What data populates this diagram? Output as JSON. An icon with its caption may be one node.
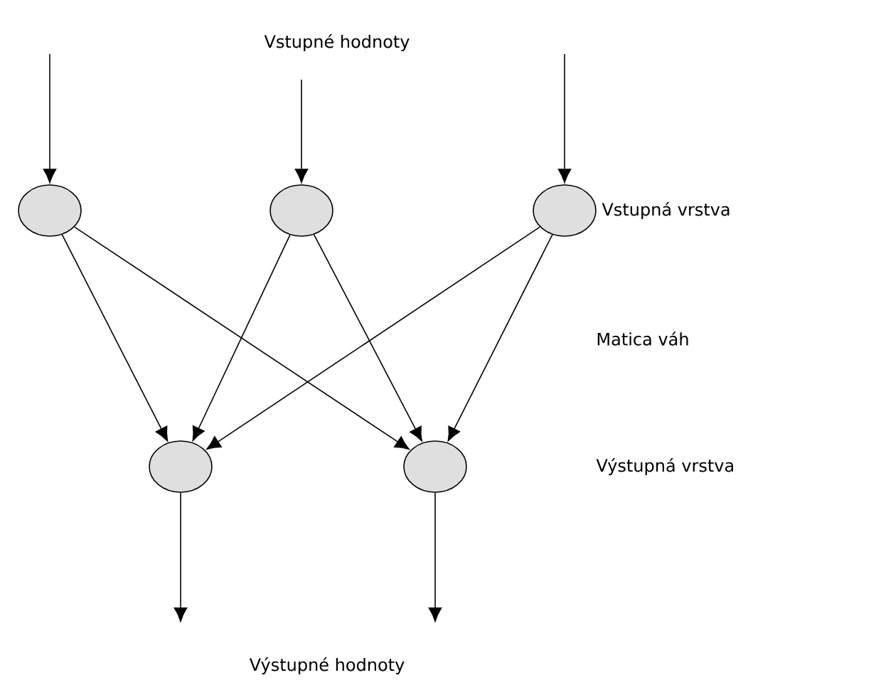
{
  "diagram": {
    "nodes": [
      {
        "text": [],
        "shape": "circle"
      },
      {
        "text": [],
        "shape": "circle"
      },
      {
        "text": [],
        "shape": "circle"
      },
      {
        "text": [],
        "shape": "circle"
      },
      {
        "text": [],
        "shape": "circle"
      }
    ],
    "edges": [
      {
        "from": null,
        "to": 0,
        "arrow": "to"
      },
      {
        "from": null,
        "to": 1,
        "arrow": "to"
      },
      {
        "from": null,
        "to": 2,
        "arrow": "to"
      },
      {
        "from": 0,
        "to": 3,
        "arrow": "to"
      },
      {
        "from": 0,
        "to": 4,
        "arrow": "to"
      },
      {
        "from": 1,
        "to": 3,
        "arrow": "to"
      },
      {
        "from": 1,
        "to": 4,
        "arrow": "to"
      },
      {
        "from": 2,
        "to": 3,
        "arrow": "to"
      },
      {
        "from": 2,
        "to": 4,
        "arrow": "to"
      },
      {
        "from": 3,
        "to": null,
        "arrow": "to"
      },
      {
        "from": 4,
        "to": null,
        "arrow": "to"
      }
    ],
    "labels": [
      "Vstupné hodnoty",
      "Vstupná vrstva",
      "Matica váh",
      "Výstupná vrstva",
      "Výstupné hodnoty"
    ]
  }
}
